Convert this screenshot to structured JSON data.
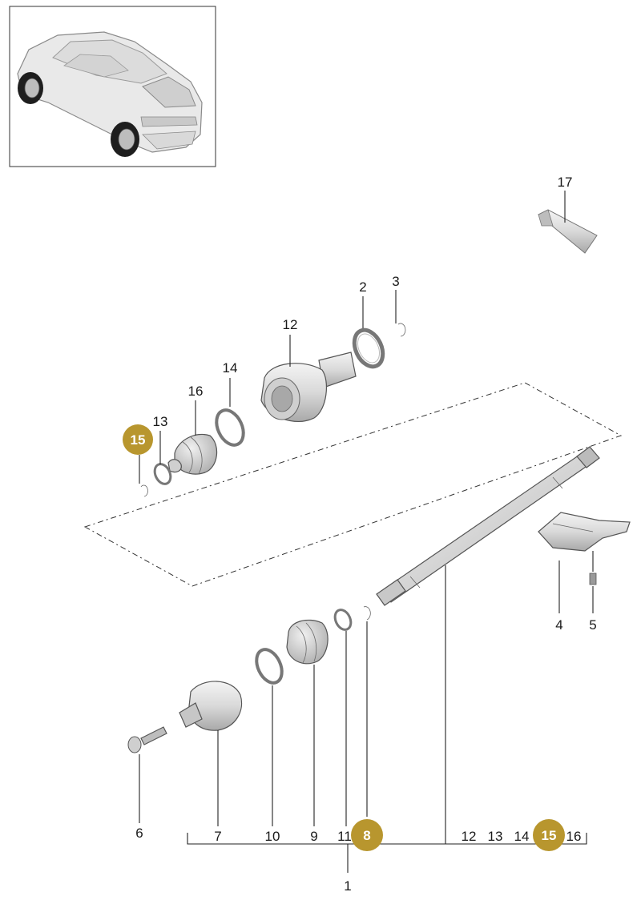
{
  "callouts": [
    {
      "id": "c17",
      "text": "17",
      "highlight": false
    },
    {
      "id": "c2",
      "text": "2",
      "highlight": false
    },
    {
      "id": "c3",
      "text": "3",
      "highlight": false
    },
    {
      "id": "c12",
      "text": "12",
      "highlight": false
    },
    {
      "id": "c14",
      "text": "14",
      "highlight": false
    },
    {
      "id": "c16",
      "text": "16",
      "highlight": false
    },
    {
      "id": "c13",
      "text": "13",
      "highlight": false
    },
    {
      "id": "c15",
      "text": "15",
      "highlight": true
    },
    {
      "id": "c4",
      "text": "4",
      "highlight": false
    },
    {
      "id": "c5",
      "text": "5",
      "highlight": false
    },
    {
      "id": "c6",
      "text": "6",
      "highlight": false
    },
    {
      "id": "c7",
      "text": "7",
      "highlight": false
    },
    {
      "id": "c10",
      "text": "10",
      "highlight": false
    },
    {
      "id": "c9",
      "text": "9",
      "highlight": false
    },
    {
      "id": "c11",
      "text": "11",
      "highlight": false
    },
    {
      "id": "c8",
      "text": "8",
      "highlight": true
    },
    {
      "id": "b12",
      "text": "12",
      "highlight": false
    },
    {
      "id": "b13",
      "text": "13",
      "highlight": false
    },
    {
      "id": "b14",
      "text": "14",
      "highlight": false
    },
    {
      "id": "b15",
      "text": "15",
      "highlight": true
    },
    {
      "id": "b16",
      "text": "16",
      "highlight": false
    },
    {
      "id": "c1",
      "text": "1",
      "highlight": false
    }
  ],
  "colors": {
    "highlight_badge": "#b8962e",
    "badge_text": "#ffffff",
    "part_fill": "#e6e6e6",
    "part_shade": "#bdbdbd",
    "line": "#222222"
  },
  "icons": {
    "vehicle_thumbnail": "suv-rear-three-quarter-icon"
  }
}
